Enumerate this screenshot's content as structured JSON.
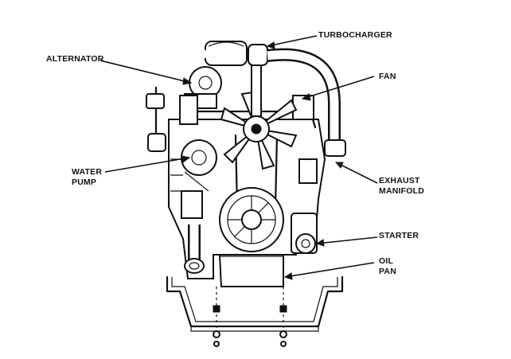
{
  "labels": {
    "turbocharger": "TURBOCHARGER",
    "alternator": "ALTERNATOR",
    "fan": "FAN",
    "water_pump_line1": "WATER",
    "water_pump_line2": "PUMP",
    "exhaust_manifold_line1": "EXHAUST",
    "exhaust_manifold_line2": "MANIFOLD",
    "starter": "STARTER",
    "oil_pan_line1": "OIL",
    "oil_pan_line2": "PAN"
  }
}
